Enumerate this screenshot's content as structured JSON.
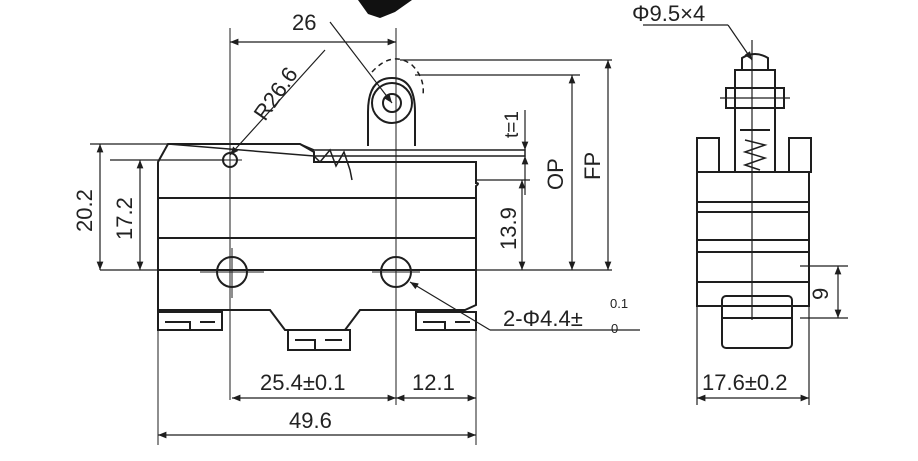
{
  "front_view": {
    "width": "26",
    "radius": "R26.6",
    "thickness": "t=1",
    "op": "OP",
    "fp": "FP",
    "height_total": "20.2",
    "height_body": "17.2",
    "height_hole": "13.9",
    "hole_label": "2-Φ4.4±",
    "hole_tol_upper": "0.1",
    "hole_tol_lower": "0",
    "pitch": "25.4±0.1",
    "offset": "12.1",
    "length": "49.6"
  },
  "side_view": {
    "roller": "Φ9.5×4",
    "height_lower": "9",
    "width": "17.6±0.2"
  },
  "colors": {
    "line": "#1e1e1e",
    "background": "#ffffff"
  }
}
